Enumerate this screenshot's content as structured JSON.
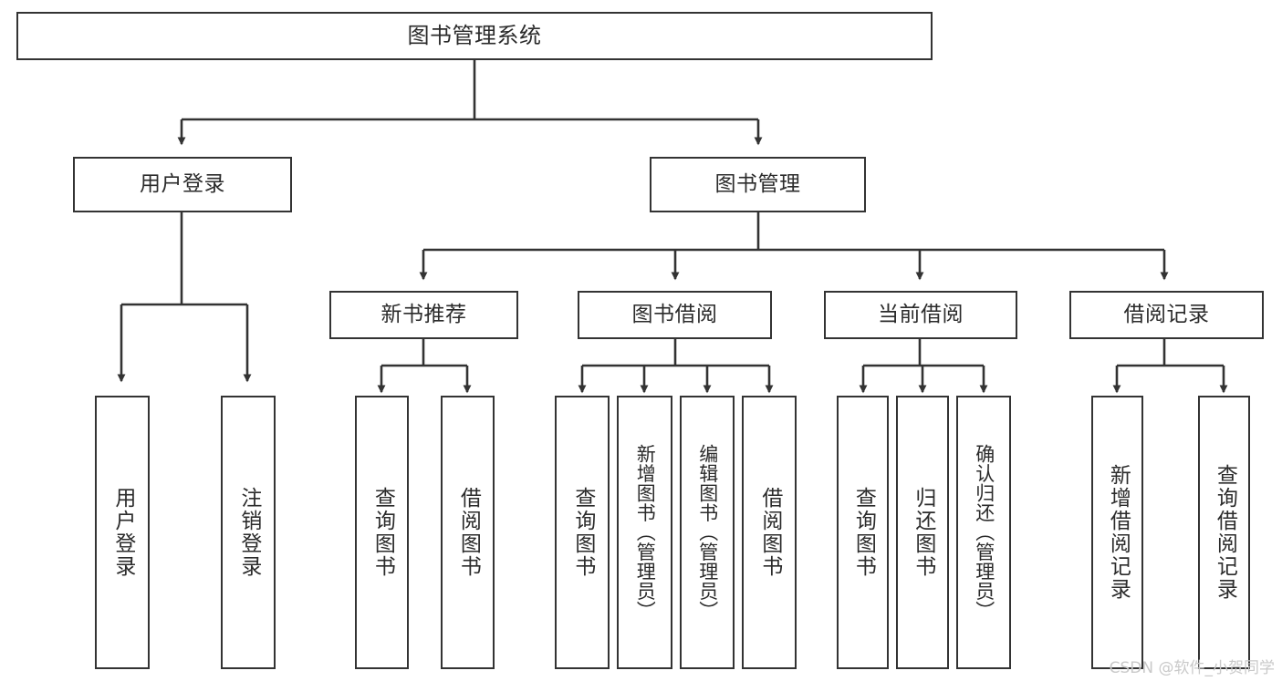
{
  "diagram": {
    "title": "图书管理系统",
    "type": "tree-hierarchy-chart",
    "orientation": "top-down",
    "line_color": "#333333",
    "box_fill": "#ffffff",
    "text_color": "#2b2b2b"
  },
  "nodes": {
    "root": {
      "label": "图书管理系统"
    },
    "level2": [
      {
        "label": "用户登录"
      },
      {
        "label": "图书管理"
      }
    ],
    "level3": [
      {
        "label": "新书推荐"
      },
      {
        "label": "图书借阅"
      },
      {
        "label": "当前借阅"
      },
      {
        "label": "借阅记录"
      }
    ],
    "leaves_user_login": [
      {
        "label": "用户登录"
      },
      {
        "label": "注销登录"
      }
    ],
    "leaves_new_books": [
      {
        "label": "查询图书"
      },
      {
        "label": "借阅图书"
      }
    ],
    "leaves_borrow": [
      {
        "label": "查询图书"
      },
      {
        "label": "新增图书（管理员）"
      },
      {
        "label": "编辑图书（管理员）"
      },
      {
        "label": "借阅图书"
      }
    ],
    "leaves_current": [
      {
        "label": "查询图书"
      },
      {
        "label": "归还图书"
      },
      {
        "label": "确认归还（管理员）"
      }
    ],
    "leaves_records": [
      {
        "label": "新增借阅记录"
      },
      {
        "label": "查询借阅记录"
      }
    ]
  },
  "watermark": {
    "text": "CSDN @软件_小贺同学"
  },
  "chart_data": {
    "type": "table",
    "title": "图书管理系统 功能结构图",
    "hierarchy": [
      {
        "level": 1,
        "label": "图书管理系统",
        "children": [
          {
            "level": 2,
            "label": "用户登录",
            "children": [
              {
                "level": 3,
                "label": "用户登录"
              },
              {
                "level": 3,
                "label": "注销登录"
              }
            ]
          },
          {
            "level": 2,
            "label": "图书管理",
            "children": [
              {
                "level": 3,
                "label": "新书推荐",
                "children": [
                  {
                    "level": 4,
                    "label": "查询图书"
                  },
                  {
                    "level": 4,
                    "label": "借阅图书"
                  }
                ]
              },
              {
                "level": 3,
                "label": "图书借阅",
                "children": [
                  {
                    "level": 4,
                    "label": "查询图书"
                  },
                  {
                    "level": 4,
                    "label": "新增图书（管理员）"
                  },
                  {
                    "level": 4,
                    "label": "编辑图书（管理员）"
                  },
                  {
                    "level": 4,
                    "label": "借阅图书"
                  }
                ]
              },
              {
                "level": 3,
                "label": "当前借阅",
                "children": [
                  {
                    "level": 4,
                    "label": "查询图书"
                  },
                  {
                    "level": 4,
                    "label": "归还图书"
                  },
                  {
                    "level": 4,
                    "label": "确认归还（管理员）"
                  }
                ]
              },
              {
                "level": 3,
                "label": "借阅记录",
                "children": [
                  {
                    "level": 4,
                    "label": "新增借阅记录"
                  },
                  {
                    "level": 4,
                    "label": "查询借阅记录"
                  }
                ]
              }
            ]
          }
        ]
      }
    ]
  }
}
